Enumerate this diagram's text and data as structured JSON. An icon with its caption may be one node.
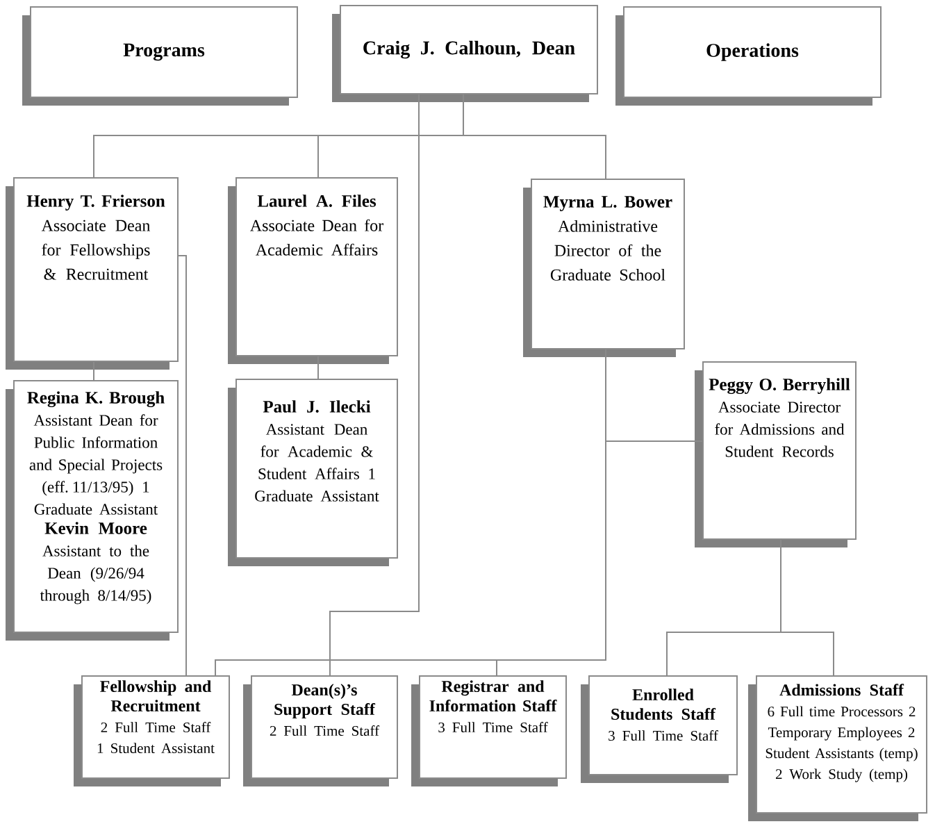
{
  "diagram": {
    "nodes": [
      {
        "text": [
          "Programs"
        ]
      },
      {
        "text": [
          "Craig J. Calhoun, Dean"
        ]
      },
      {
        "text": [
          "Operations"
        ]
      },
      {
        "text": [
          "Henry T. Frierson",
          "Associate Dean for Fellowships & Recruitment"
        ]
      },
      {
        "text": [
          "Regina K. Brough",
          "Assistant Dean for Public Information and Special Projects (eff. 11/13/95) 1 Graduate Assistant",
          "Kevin Moore",
          "Assistant to the Dean (9/26/94 through 8/14/95)"
        ]
      },
      {
        "text": [
          "Laurel A. Files",
          "Associate Dean for Academic Affairs"
        ]
      },
      {
        "text": [
          "Paul J. Ilecki",
          "Assistant Dean for Academic & Student Affairs 1 Graduate Assistant"
        ]
      },
      {
        "text": [
          "Myrna L. Bower",
          "Administrative Director of the Graduate School"
        ]
      },
      {
        "text": [
          "Peggy O. Berryhill",
          "Associate Director for Admissions and Student Records"
        ]
      },
      {
        "text": [
          "Fellowship and Recruitment",
          "2 Full Time Staff 1 Student Assistant"
        ]
      },
      {
        "text": [
          "Dean(s)’s Support Staff",
          "2 Full Time Staff"
        ]
      },
      {
        "text": [
          "Registrar and Information Staff",
          "3 Full Time Staff"
        ]
      },
      {
        "text": [
          "Enrolled Students Staff",
          "3 Full Time Staff"
        ]
      },
      {
        "text": [
          "Admissions Staff",
          "6 Full time Processors 2 Temporary Employees 2 Student Assistants (temp) 2 Work Study (temp)"
        ]
      }
    ],
    "edges": [
      {
        "from": 1,
        "to": 3,
        "arrow": "none"
      },
      {
        "from": 1,
        "to": 5,
        "arrow": "none"
      },
      {
        "from": 1,
        "to": 7,
        "arrow": "none"
      },
      {
        "from": 1,
        "to": 10,
        "arrow": "none"
      },
      {
        "from": 3,
        "to": 4,
        "arrow": "none"
      },
      {
        "from": 3,
        "to": 9,
        "arrow": "none"
      },
      {
        "from": 5,
        "to": 6,
        "arrow": "none"
      },
      {
        "from": 7,
        "to": 8,
        "arrow": "none"
      },
      {
        "from": 7,
        "to": 9,
        "arrow": "none"
      },
      {
        "from": 7,
        "to": 11,
        "arrow": "none"
      },
      {
        "from": 8,
        "to": 12,
        "arrow": "none"
      },
      {
        "from": 8,
        "to": 13,
        "arrow": "none"
      }
    ]
  }
}
